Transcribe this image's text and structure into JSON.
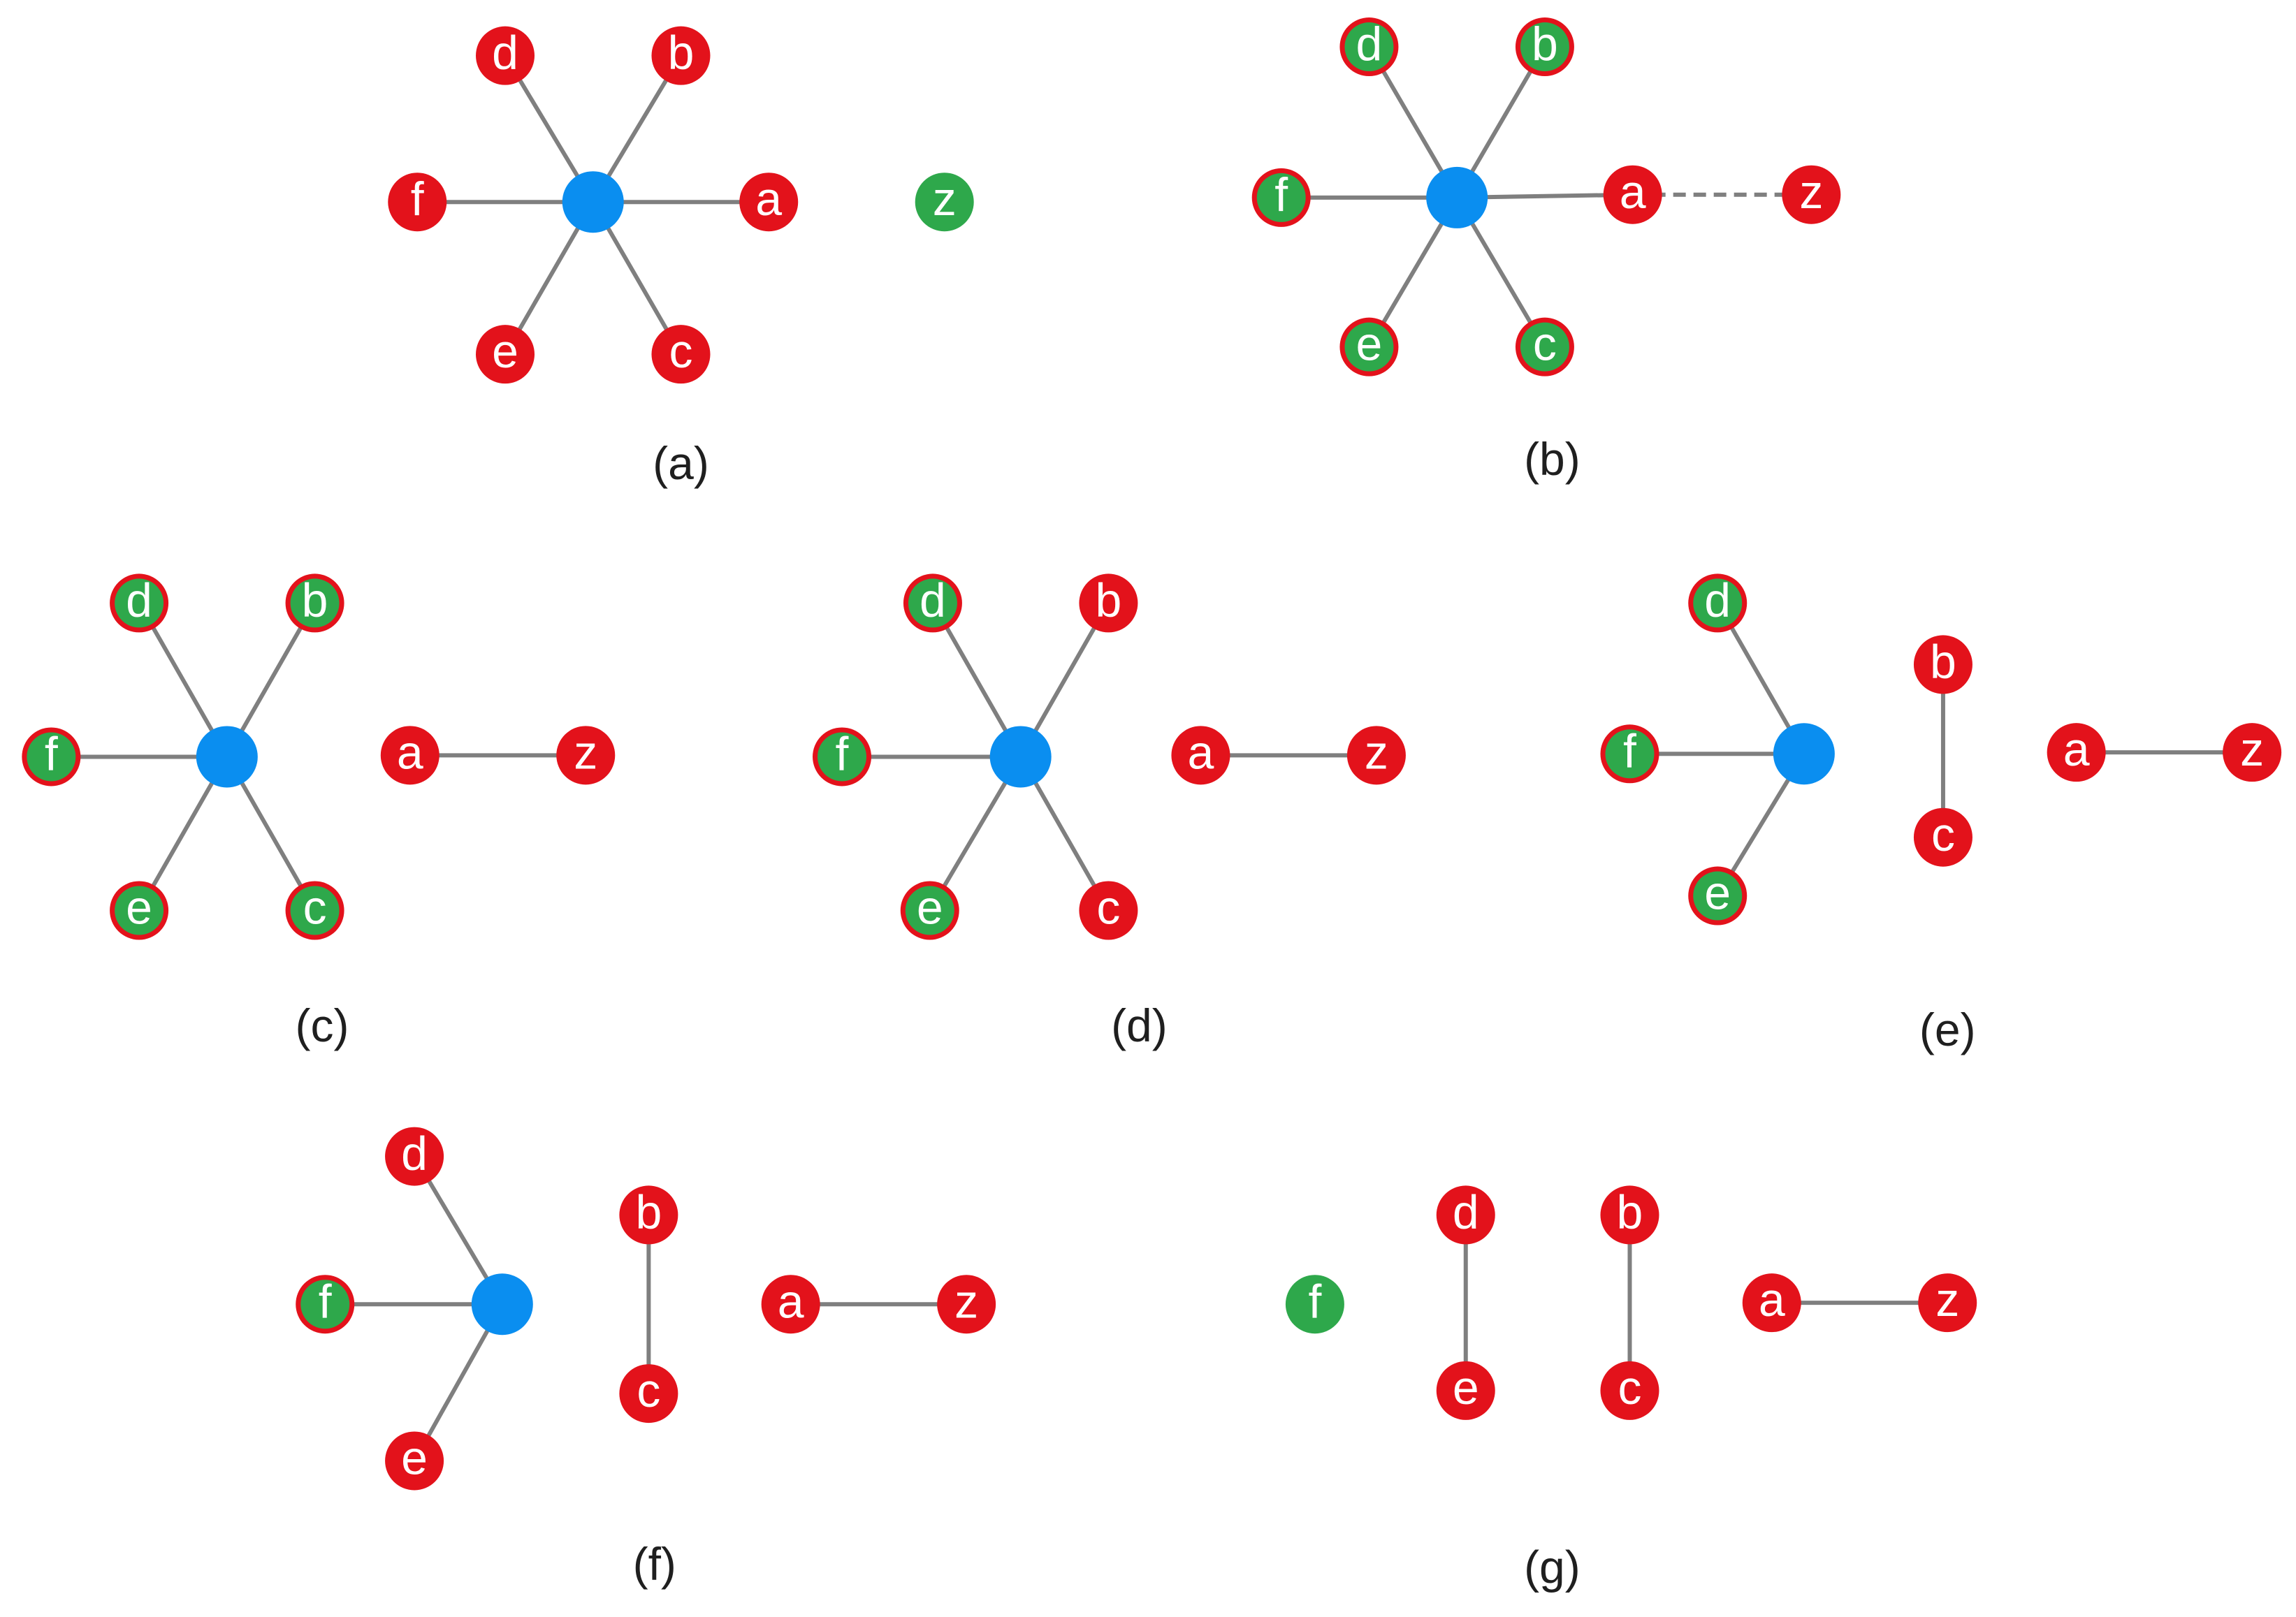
{
  "colors": {
    "red": "#e3121b",
    "green": "#2ea84b",
    "hub_blue": "#0a8ef0",
    "edge_gray": "#7f7f7f",
    "caption_text": "#1f1f1f"
  },
  "panels": [
    {
      "caption": "(a)",
      "nodes": [
        {
          "fill": "blue"
        },
        {
          "label": "d",
          "fill": "red"
        },
        {
          "label": "b",
          "fill": "red"
        },
        {
          "label": "f",
          "fill": "red"
        },
        {
          "label": "a",
          "fill": "red"
        },
        {
          "label": "e",
          "fill": "red"
        },
        {
          "label": "c",
          "fill": "red"
        },
        {
          "label": "z",
          "fill": "green"
        }
      ],
      "edges": [
        {
          "from": 0,
          "to": 1
        },
        {
          "from": 0,
          "to": 2
        },
        {
          "from": 0,
          "to": 3
        },
        {
          "from": 0,
          "to": 4
        },
        {
          "from": 0,
          "to": 5
        },
        {
          "from": 0,
          "to": 6
        }
      ]
    },
    {
      "caption": "(b)",
      "nodes": [
        {
          "fill": "blue"
        },
        {
          "label": "d",
          "fill": "green",
          "ring": "red"
        },
        {
          "label": "b",
          "fill": "green",
          "ring": "red"
        },
        {
          "label": "f",
          "fill": "green",
          "ring": "red"
        },
        {
          "label": "a",
          "fill": "red"
        },
        {
          "label": "e",
          "fill": "green",
          "ring": "red"
        },
        {
          "label": "c",
          "fill": "green",
          "ring": "red"
        },
        {
          "label": "z",
          "fill": "red"
        }
      ],
      "edges": [
        {
          "from": 0,
          "to": 1
        },
        {
          "from": 0,
          "to": 2
        },
        {
          "from": 0,
          "to": 3
        },
        {
          "from": 0,
          "to": 4
        },
        {
          "from": 0,
          "to": 5
        },
        {
          "from": 0,
          "to": 6
        },
        {
          "from": 4,
          "to": 7,
          "dashed": true
        }
      ]
    },
    {
      "caption": "(c)",
      "nodes": [
        {
          "fill": "blue"
        },
        {
          "label": "d",
          "fill": "green",
          "ring": "red"
        },
        {
          "label": "b",
          "fill": "green",
          "ring": "red"
        },
        {
          "label": "f",
          "fill": "green",
          "ring": "red"
        },
        {
          "label": "e",
          "fill": "green",
          "ring": "red"
        },
        {
          "label": "c",
          "fill": "green",
          "ring": "red"
        },
        {
          "label": "a",
          "fill": "red"
        },
        {
          "label": "z",
          "fill": "red"
        }
      ],
      "edges": [
        {
          "from": 0,
          "to": 1
        },
        {
          "from": 0,
          "to": 2
        },
        {
          "from": 0,
          "to": 3
        },
        {
          "from": 0,
          "to": 4
        },
        {
          "from": 0,
          "to": 5
        },
        {
          "from": 6,
          "to": 7
        }
      ]
    },
    {
      "caption": "(d)",
      "nodes": [
        {
          "fill": "blue"
        },
        {
          "label": "d",
          "fill": "green",
          "ring": "red"
        },
        {
          "label": "b",
          "fill": "red"
        },
        {
          "label": "f",
          "fill": "green",
          "ring": "red"
        },
        {
          "label": "e",
          "fill": "green",
          "ring": "red"
        },
        {
          "label": "c",
          "fill": "red"
        },
        {
          "label": "a",
          "fill": "red"
        },
        {
          "label": "z",
          "fill": "red"
        }
      ],
      "edges": [
        {
          "from": 0,
          "to": 1
        },
        {
          "from": 0,
          "to": 2
        },
        {
          "from": 0,
          "to": 3
        },
        {
          "from": 0,
          "to": 4
        },
        {
          "from": 0,
          "to": 5
        },
        {
          "from": 6,
          "to": 7
        }
      ]
    },
    {
      "caption": "(e)",
      "nodes": [
        {
          "fill": "blue"
        },
        {
          "label": "d",
          "fill": "green",
          "ring": "red"
        },
        {
          "label": "f",
          "fill": "green",
          "ring": "red"
        },
        {
          "label": "e",
          "fill": "green",
          "ring": "red"
        },
        {
          "label": "b",
          "fill": "red"
        },
        {
          "label": "c",
          "fill": "red"
        },
        {
          "label": "a",
          "fill": "red"
        },
        {
          "label": "z",
          "fill": "red"
        }
      ],
      "edges": [
        {
          "from": 0,
          "to": 1
        },
        {
          "from": 0,
          "to": 2
        },
        {
          "from": 0,
          "to": 3
        },
        {
          "from": 4,
          "to": 5
        },
        {
          "from": 6,
          "to": 7
        }
      ]
    },
    {
      "caption": "(f)",
      "nodes": [
        {
          "fill": "blue"
        },
        {
          "label": "d",
          "fill": "red"
        },
        {
          "label": "f",
          "fill": "green",
          "ring": "red"
        },
        {
          "label": "e",
          "fill": "red"
        },
        {
          "label": "b",
          "fill": "red"
        },
        {
          "label": "c",
          "fill": "red"
        },
        {
          "label": "a",
          "fill": "red"
        },
        {
          "label": "z",
          "fill": "red"
        }
      ],
      "edges": [
        {
          "from": 0,
          "to": 1
        },
        {
          "from": 0,
          "to": 2
        },
        {
          "from": 0,
          "to": 3
        },
        {
          "from": 4,
          "to": 5
        },
        {
          "from": 6,
          "to": 7
        }
      ]
    },
    {
      "caption": "(g)",
      "nodes": [
        {
          "label": "f",
          "fill": "green"
        },
        {
          "label": "d",
          "fill": "red"
        },
        {
          "label": "e",
          "fill": "red"
        },
        {
          "label": "b",
          "fill": "red"
        },
        {
          "label": "c",
          "fill": "red"
        },
        {
          "label": "a",
          "fill": "red"
        },
        {
          "label": "z",
          "fill": "red"
        }
      ],
      "edges": [
        {
          "from": 1,
          "to": 2
        },
        {
          "from": 3,
          "to": 4
        },
        {
          "from": 5,
          "to": 6
        }
      ]
    }
  ]
}
